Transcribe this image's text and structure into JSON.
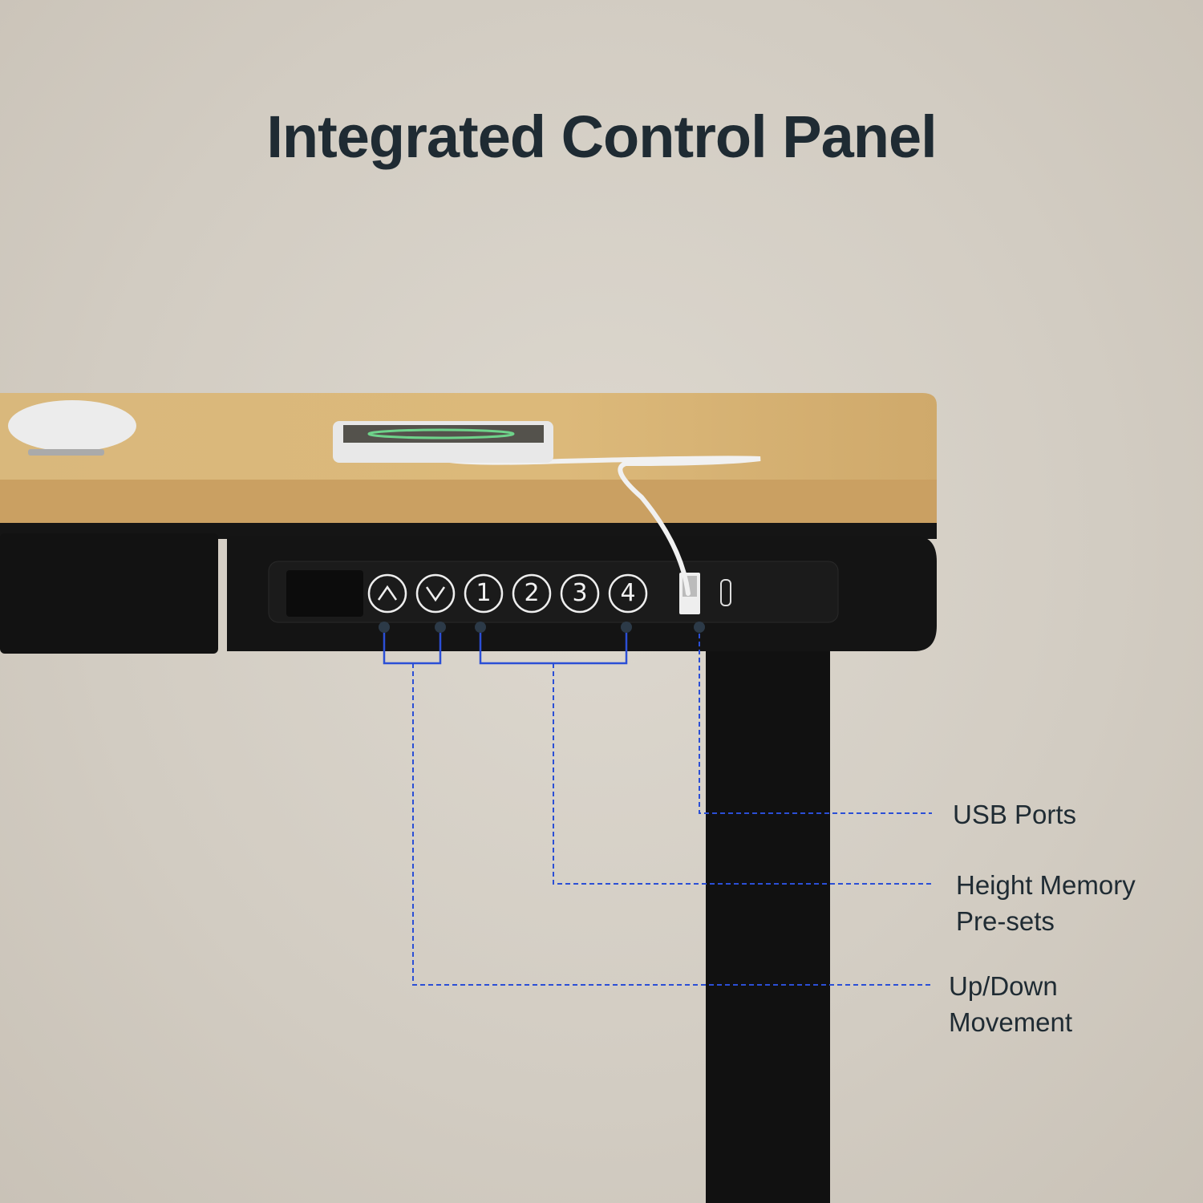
{
  "title": "Integrated Control Panel",
  "control_panel": {
    "buttons": [
      {
        "name": "up",
        "icon": "chevron-up-icon",
        "label": ""
      },
      {
        "name": "down",
        "icon": "chevron-down-icon",
        "label": ""
      },
      {
        "name": "preset-1",
        "label": "1"
      },
      {
        "name": "preset-2",
        "label": "2"
      },
      {
        "name": "preset-3",
        "label": "3"
      },
      {
        "name": "preset-4",
        "label": "4"
      }
    ]
  },
  "callouts": {
    "usb": "USB Ports",
    "memory_line1": "Height Memory",
    "memory_line2": "Pre-sets",
    "updown_line1": "Up/Down",
    "updown_line2": "Movement"
  },
  "colors": {
    "callout_line": "#2b4fd6",
    "title": "#1f2b33",
    "wood": "#d6b276",
    "frame": "#111111"
  }
}
